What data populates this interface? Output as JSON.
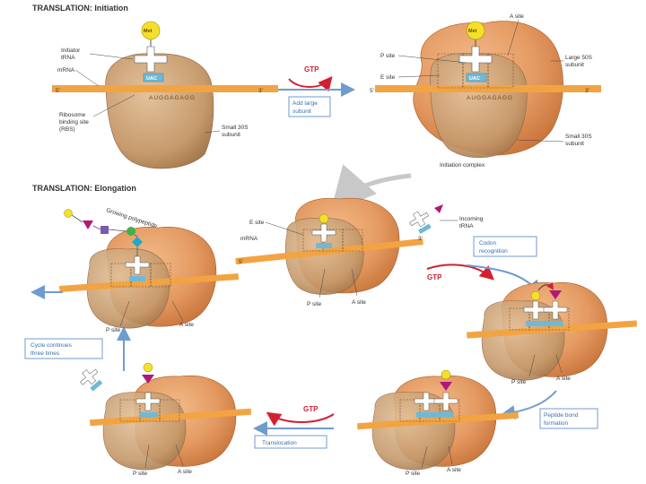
{
  "headers": {
    "initiation": "TRANSLATION: Initiation",
    "elongation": "TRANSLATION: Elongation"
  },
  "initiation": {
    "met": "Met",
    "initiator_trna": [
      "Initiator",
      "tRNA"
    ],
    "mrna": "mRNA",
    "five_prime": "5'",
    "three_prime": "3'",
    "anticodon": "UAC",
    "codons": "AUGGAGAGG",
    "rbs": [
      "Ribosome",
      "binding site",
      "(RBS)"
    ],
    "small_subunit": [
      "Small 30S",
      "subunit"
    ],
    "gtp": "GTP",
    "add_large_subunit": [
      "Add large",
      "subunit"
    ],
    "a_site": "A site",
    "p_site": "P site",
    "e_site": "E site",
    "large_subunit": [
      "Large 50S",
      "subunit"
    ],
    "small_subunit_2": [
      "Small 30S",
      "subunit"
    ],
    "initiation_complex": "Initiation complex"
  },
  "elongation": {
    "growing_polypeptide": "Growing polypeptide",
    "e_site": "E site",
    "mrna": "mRNA",
    "five_prime": "5'",
    "three_prime": "3'",
    "incoming_trna": [
      "Incoming",
      "tRNA"
    ],
    "codon_recognition": [
      "Codon",
      "recognition"
    ],
    "gtp": "GTP",
    "p_site": "P site",
    "a_site": "A site",
    "cycle_continues": [
      "Cycle continues",
      "three times"
    ],
    "peptide_bond_formation": [
      "Peptide bond",
      "formation"
    ],
    "translocation": "Translocation"
  },
  "colors": {
    "ribosome": "#e49a62",
    "ribosome_dark": "#c9763c",
    "small_subunit": "#c69a6c",
    "mrna": "#f2a443",
    "met": "#f4e02a",
    "arrow_red": "#d22030",
    "arrow_blue": "#6f9bcf",
    "label_blue": "#3a6fa8"
  }
}
